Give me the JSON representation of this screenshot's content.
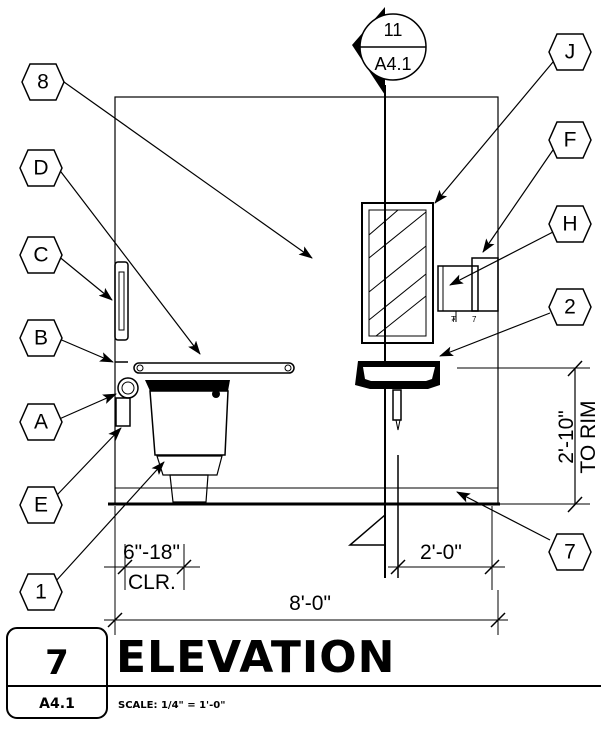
{
  "section_marker": {
    "number": "11",
    "sheet": "A4.1"
  },
  "tags": {
    "8": "8",
    "D": "D",
    "C": "C",
    "B": "B",
    "A": "A",
    "E": "E",
    "1": "1",
    "J": "J",
    "F": "F",
    "H": "H",
    "2": "2",
    "7": "7"
  },
  "dimensions": {
    "clearance_range": "6\"-18\"",
    "clearance_label": "CLR.",
    "lav_offset": "2'-0\"",
    "overall_width": "8'-0\"",
    "rim_height": "2'-10\"",
    "rim_label": "TO RIM"
  },
  "title_block": {
    "number": "7",
    "sheet": "A4.1",
    "title": "ELEVATION",
    "scale": "SCALE: 1/4\" = 1'-0\""
  }
}
